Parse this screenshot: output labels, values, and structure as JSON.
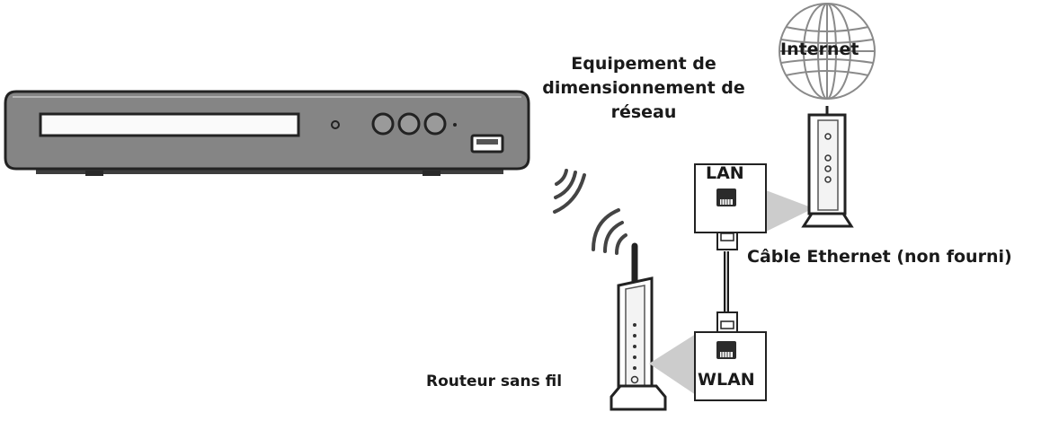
{
  "labels": {
    "internet": "Internet",
    "network_device_line1": "Equipement de",
    "network_device_line2": "dimensionnement de",
    "network_device_line3": "réseau",
    "lan": "LAN",
    "wlan": "WLAN",
    "cable": "Câble Ethernet (non fourni)",
    "router": "Routeur sans fil"
  },
  "colors": {
    "player_body": "#8c8c8c",
    "player_dark": "#4a4a4a",
    "line": "#1f1f1f",
    "connector_fill": "#2b2b2b",
    "callout_gray": "#c9c9c9"
  },
  "icons": {
    "player": "blu-ray-player-icon",
    "globe": "globe-icon",
    "modem": "modem-icon",
    "router": "router-icon",
    "wifi_waves": "wifi-waves-icon",
    "port": "ethernet-port-icon",
    "plug": "ethernet-plug-icon"
  }
}
